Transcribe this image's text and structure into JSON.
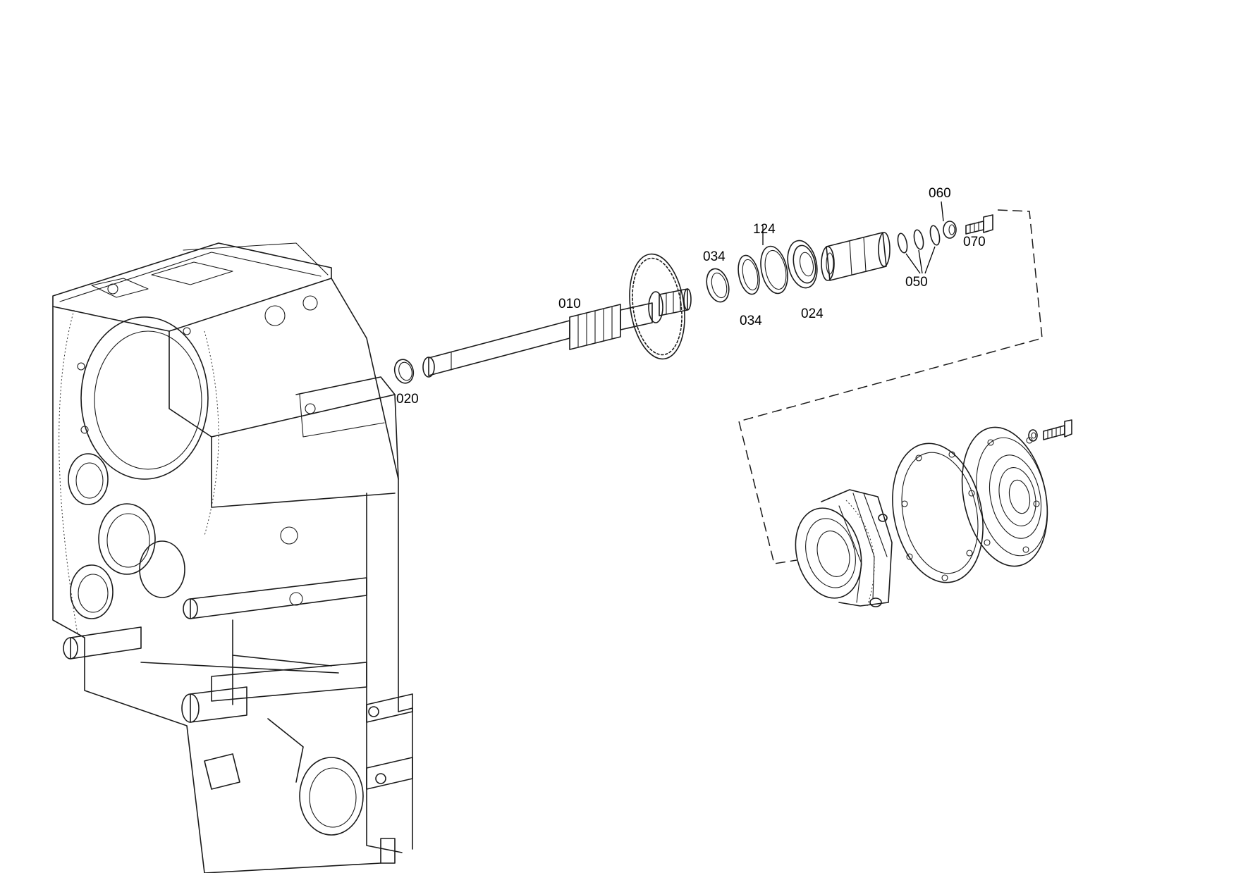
{
  "callouts": {
    "c010": "010",
    "c020": "020",
    "c034a": "034",
    "c034b": "034",
    "c124": "124",
    "c024": "024",
    "c050": "050",
    "c060": "060",
    "c070": "070"
  }
}
